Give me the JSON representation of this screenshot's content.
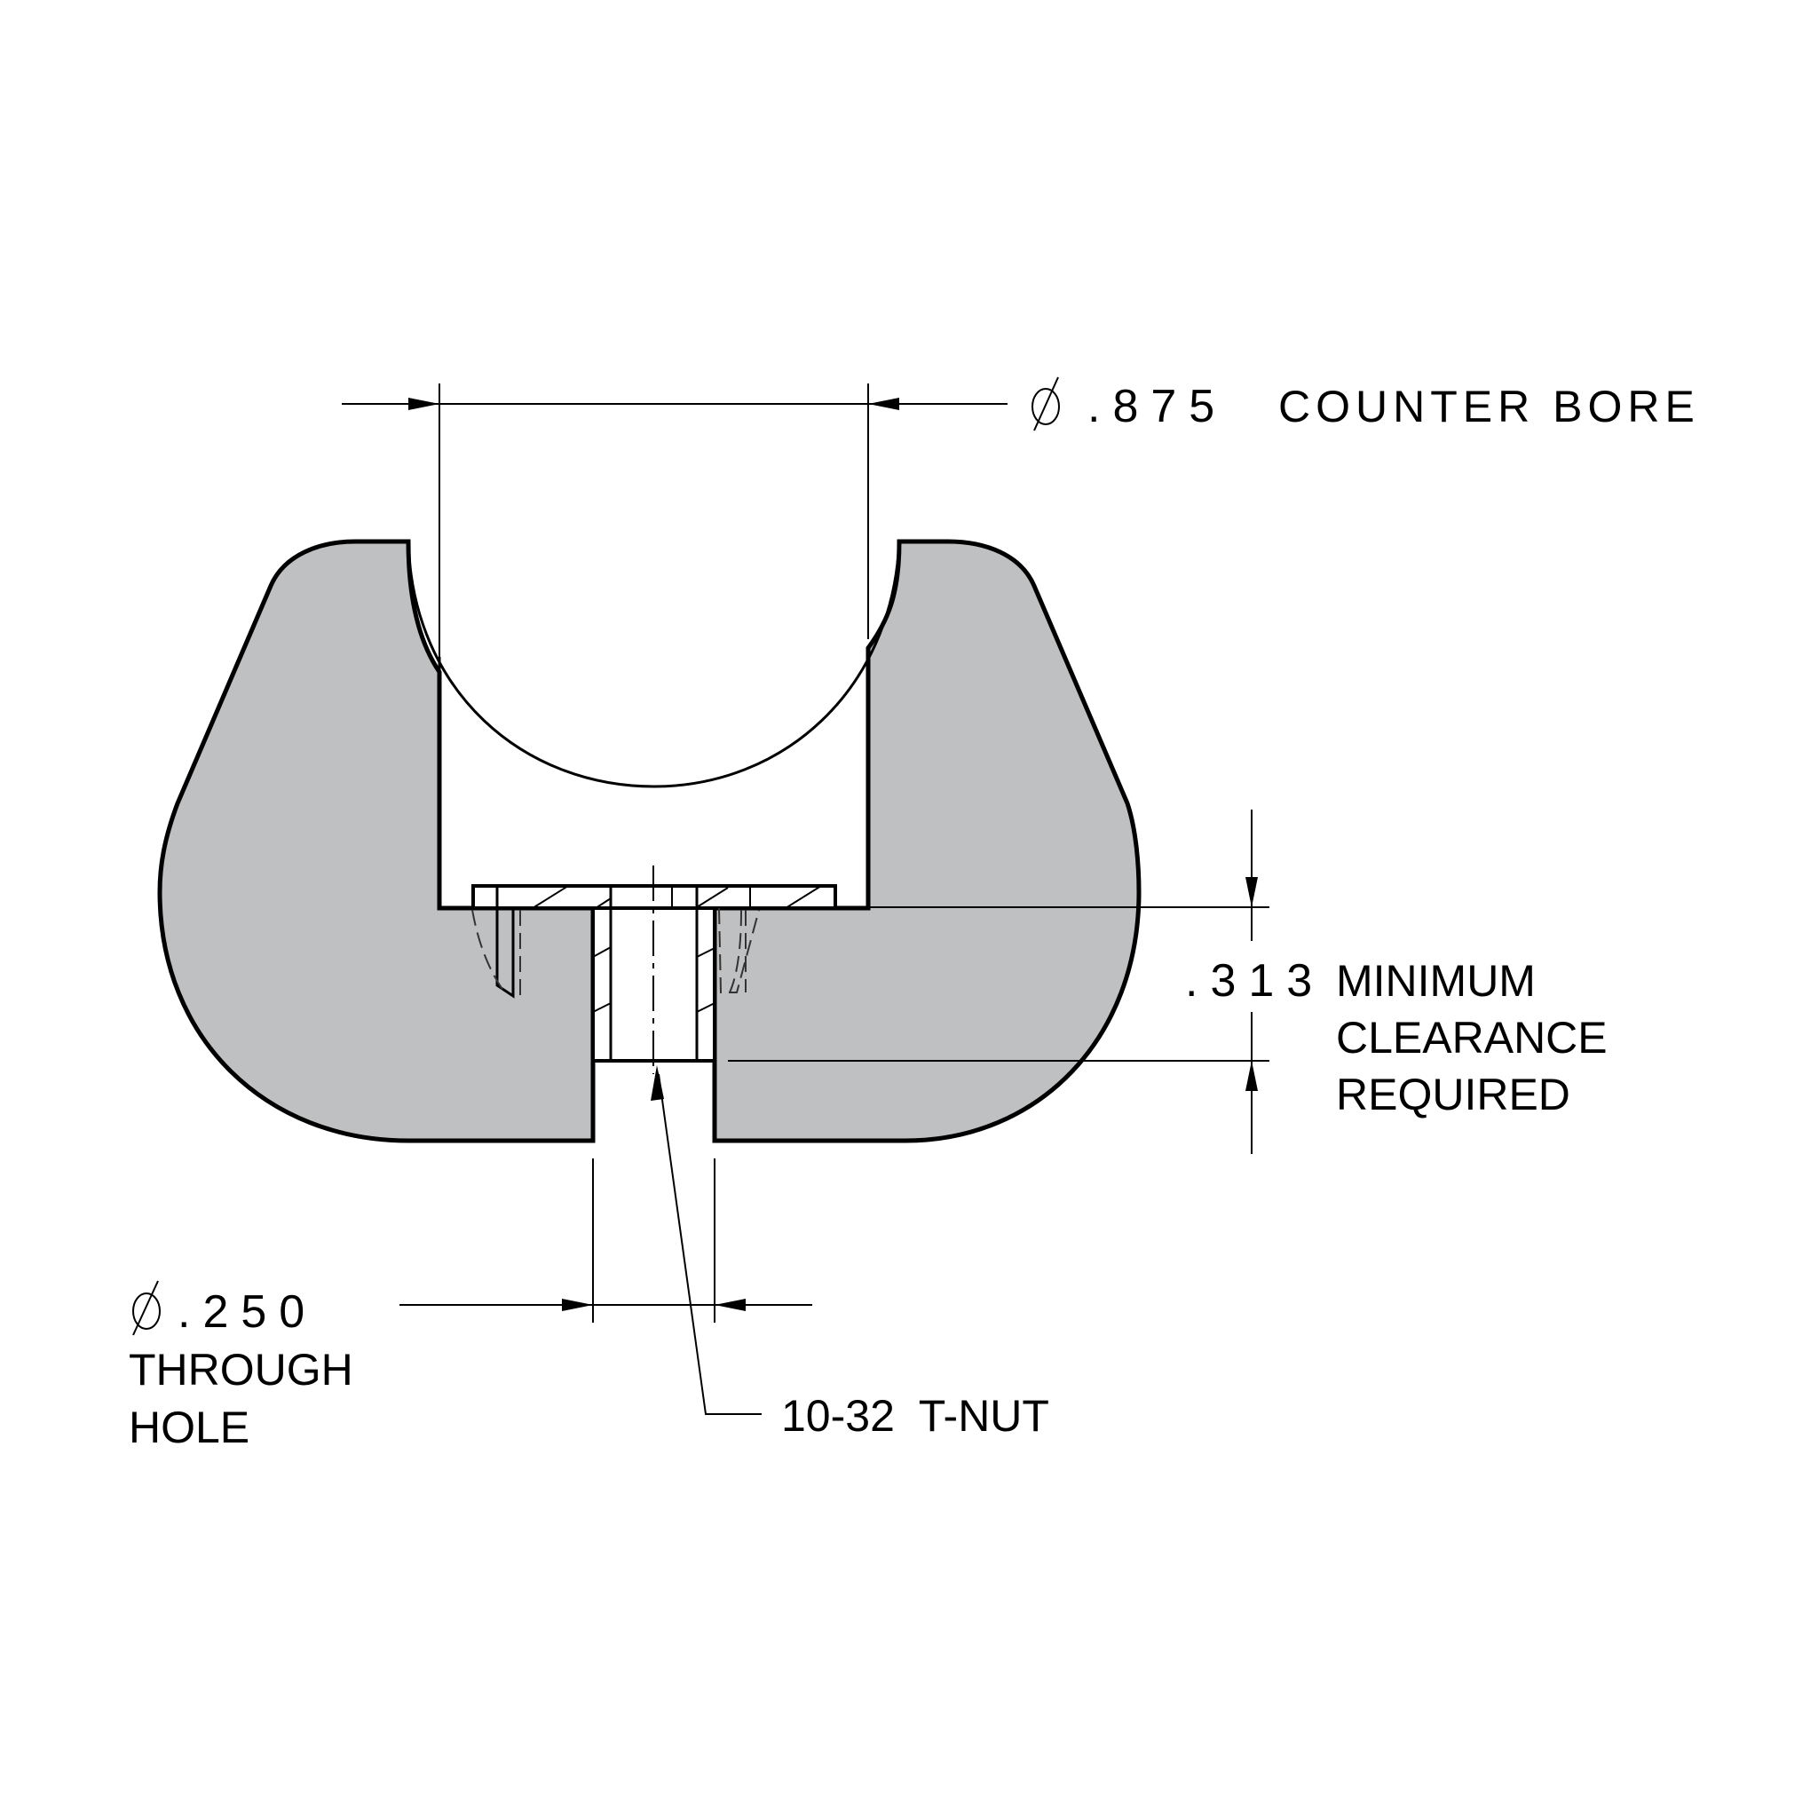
{
  "drawing": {
    "type": "section view technical drawing",
    "colors": {
      "part_fill": "#bfc0c2",
      "line": "#000000",
      "background": "#ffffff"
    }
  },
  "callouts": {
    "counter_bore": {
      "symbol": "⌀",
      "value": ".875",
      "label": "COUNTER BORE"
    },
    "clearance": {
      "value": ".313",
      "lines": [
        "MINIMUM",
        "CLEARANCE",
        "REQUIRED"
      ]
    },
    "through_hole": {
      "symbol": "⌀",
      "value": ".250",
      "lines": [
        "THROUGH",
        "HOLE"
      ]
    },
    "t_nut": {
      "label": "10-32  T-NUT"
    }
  }
}
